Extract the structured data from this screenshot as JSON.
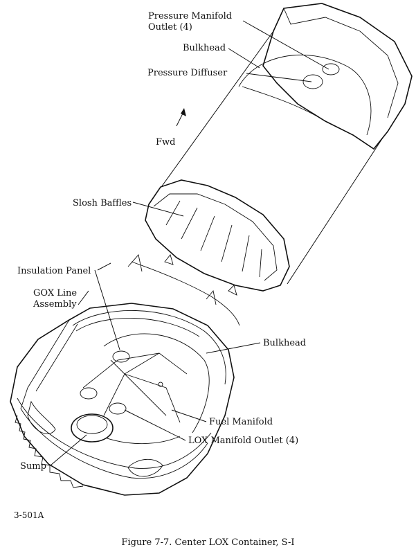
{
  "labels": {
    "pressure_manifold_outlet_line1": "Pressure Manifold",
    "pressure_manifold_outlet_line2": "Outlet (4)",
    "bulkhead_top": "Bulkhead",
    "pressure_diffuser": "Pressure Diffuser",
    "fwd": "Fwd",
    "slosh_baffles": "Slosh Baffles",
    "insulation_panel": "Insulation Panel",
    "gox_line_line1": "GOX Line",
    "gox_line_line2": "Assembly",
    "bulkhead_bottom": "Bulkhead",
    "fuel_manifold": "Fuel Manifold",
    "lox_manifold_outlet": "LOX Manifold Outlet (4)",
    "sump": "Sump"
  },
  "drawing_number": "3-501A",
  "caption": "Figure 7-7.  Center LOX Container, S-I"
}
